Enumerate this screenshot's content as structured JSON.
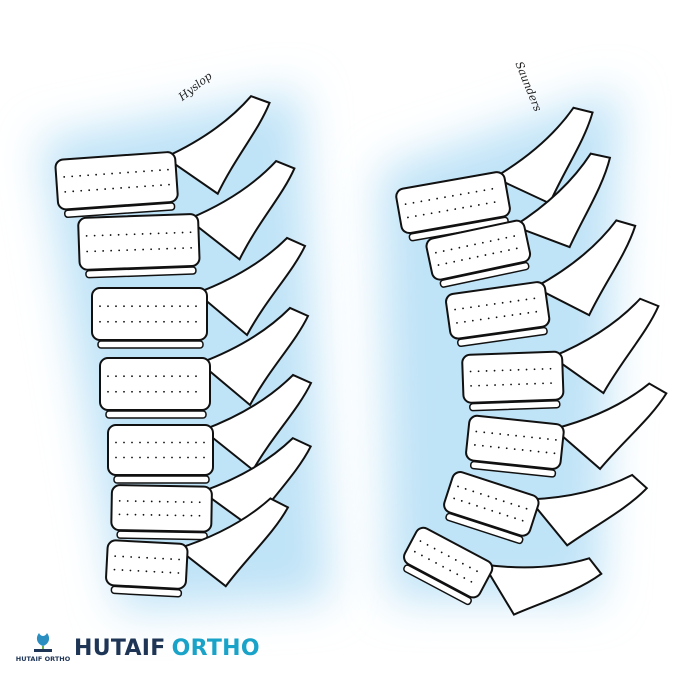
{
  "brand": {
    "name_part1": "HUTAIF",
    "name_part2": "ORTHO",
    "logo_text": "HUTAIF ORTHO",
    "color_dark": "#1e3556",
    "color_accent": "#1aa3c8"
  },
  "illustration": {
    "glow_color": "#bfe3f7",
    "line_color": "#111111",
    "signature_left": "Hyslop",
    "signature_right": "Saunders"
  }
}
